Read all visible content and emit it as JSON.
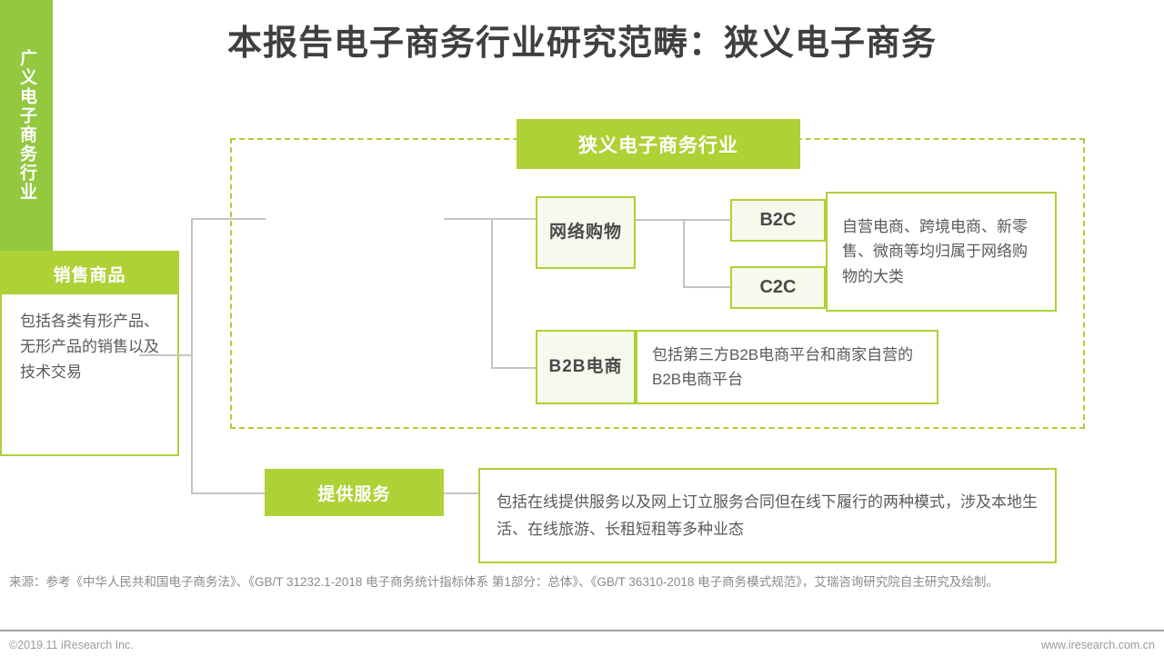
{
  "slide": {
    "title": "本报告电子商务行业研究范畴：狭义电子商务"
  },
  "diagram": {
    "banner": {
      "label": "狭义电子商务行业"
    },
    "root": {
      "label": "广义电子商务行业"
    },
    "branches": {
      "goods": {
        "header": "销售商品",
        "body": "包括各类有形产品、无形产品的销售以及技术交易"
      },
      "services": {
        "header": "提供服务",
        "body": "包括在线提供服务以及网上订立服务合同但在线下履行的两种模式，涉及本地生活、在线旅游、长租短租等多种业态"
      }
    },
    "nodes": {
      "online_shopping": {
        "label": "网络购物",
        "children": [
          {
            "label": "B2C"
          },
          {
            "label": "C2C"
          }
        ],
        "description": "自营电商、跨境电商、新零售、微商等均归属于网络购物的大类"
      },
      "b2b": {
        "label": "B2B电商",
        "description": "包括第三方B2B电商平台和商家自营的B2B电商平台"
      }
    }
  },
  "footer": {
    "source": "来源：参考《中华人民共和国电子商务法》、《GB/T 31232.1-2018 电子商务统计指标体系 第1部分：总体》、《GB/T 36310-2018 电子商务模式规范》，艾瑞咨询研究院自主研究及绘制。",
    "copyright": "©2019.11 iResearch Inc.",
    "website": "www.iresearch.com.cn"
  },
  "colors": {
    "green_solid": "#aed136",
    "green_root": "#93c83f",
    "green_border": "#aed136",
    "box_fill": "#f6f9ec",
    "line": "#c4c4c4",
    "title_text": "#3f3f3f",
    "body_text": "#5a5a5a",
    "footer_text": "#9b9b9b"
  }
}
